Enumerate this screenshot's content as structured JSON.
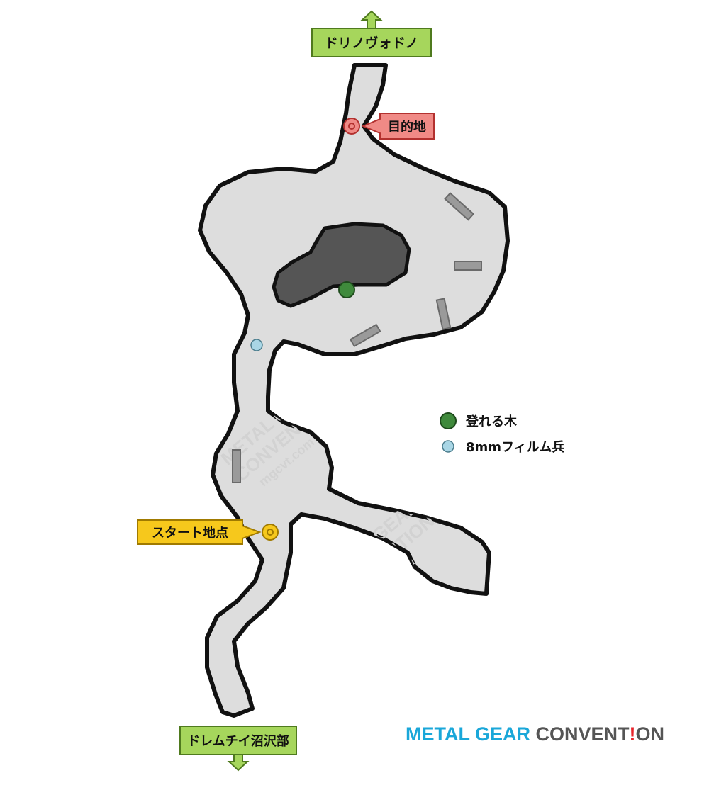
{
  "map": {
    "exits": {
      "north": {
        "label": "ドリノヴォドノ",
        "fill": "#a6d65c",
        "border": "#4f7a1e"
      },
      "south": {
        "label": "ドレムチイ沼沢部",
        "fill": "#a6d65c",
        "border": "#4f7a1e"
      }
    },
    "markers": {
      "destination": {
        "label": "目的地",
        "fill": "#f08a86",
        "border": "#b3312f"
      },
      "start": {
        "label": "スタート地点",
        "fill": "#f6c81c",
        "border": "#a07a00"
      }
    },
    "legend": {
      "items": [
        {
          "label": "登れる木",
          "color": "#3f8a3c",
          "icon": "green-circle-icon"
        },
        {
          "label": "8mmフィルム兵",
          "color": "#a9d6e5",
          "icon": "lightblue-circle-icon"
        }
      ]
    },
    "watermark": {
      "line1": "METAL GEAR",
      "line2": "CONVENTION",
      "line3": "mgcvt.com"
    },
    "logo": {
      "part1": "METAL GEAR ",
      "part2": "CONVENT",
      "part3": "!",
      "part4": "ON"
    },
    "colors": {
      "terrain": "#dddddd",
      "outline": "#111111",
      "lake": "#555555",
      "platform": "#9a9a9a"
    }
  }
}
